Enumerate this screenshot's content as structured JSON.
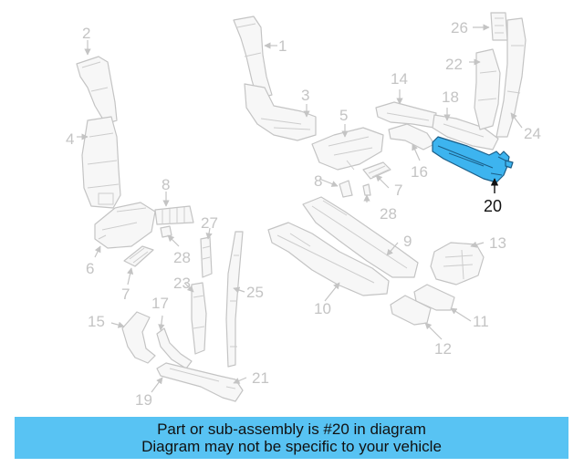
{
  "diagram": {
    "highlighted_part": "20",
    "highlight_color": "#3db4ef",
    "callouts": {
      "c1": "1",
      "c2": "2",
      "c3": "3",
      "c4": "4",
      "c5": "5",
      "c6": "6",
      "c7a": "7",
      "c7b": "7",
      "c8a": "8",
      "c8b": "8",
      "c9": "9",
      "c10": "10",
      "c11": "11",
      "c12": "12",
      "c13": "13",
      "c14": "14",
      "c15": "15",
      "c16": "16",
      "c17": "17",
      "c18": "18",
      "c19": "19",
      "c20": "20",
      "c21": "21",
      "c22": "22",
      "c23": "23",
      "c24": "24",
      "c25": "25",
      "c26": "26",
      "c27": "27",
      "c28a": "28",
      "c28b": "28"
    }
  },
  "banner": {
    "line1": "Part or sub-assembly is #20 in diagram",
    "line2": "Diagram may not be specific to your vehicle",
    "background": "#58c3f3"
  }
}
